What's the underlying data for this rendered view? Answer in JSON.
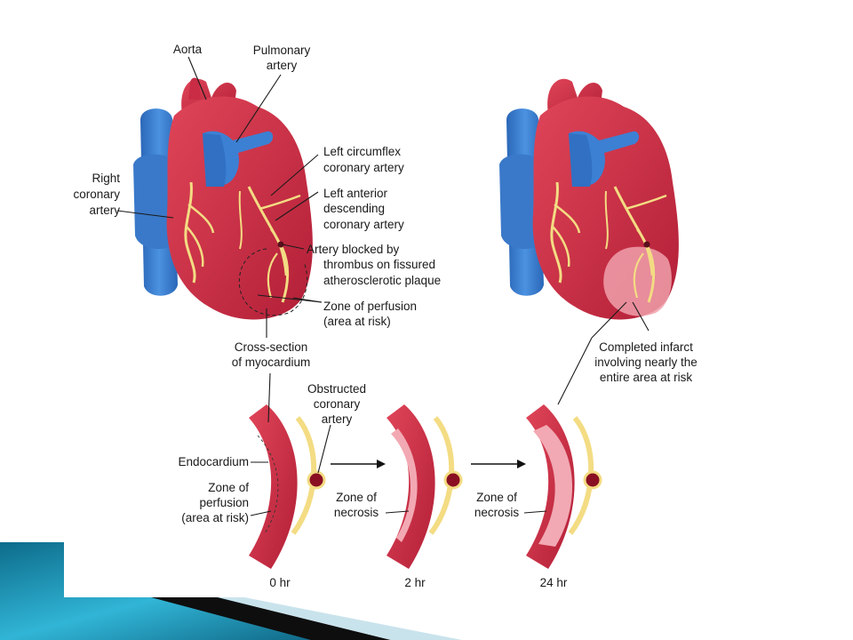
{
  "labels": {
    "aorta": "Aorta",
    "pulmonary_artery_1": "Pulmonary",
    "pulmonary_artery_2": "artery",
    "right_coronary_1": "Right",
    "right_coronary_2": "coronary",
    "right_coronary_3": "artery",
    "left_circumflex_1": "Left circumflex",
    "left_circumflex_2": "coronary artery",
    "lad_1": "Left anterior",
    "lad_2": "descending",
    "lad_3": "coronary artery",
    "blocked_1": "Artery blocked by",
    "blocked_2": "thrombus on fissured",
    "blocked_3": "atherosclerotic plaque",
    "perfusion_1": "Zone of perfusion",
    "perfusion_2": "(area at risk)",
    "cross_1": "Cross-section",
    "cross_2": "of myocardium",
    "obstructed_1": "Obstructed",
    "obstructed_2": "coronary",
    "obstructed_3": "artery",
    "infarct_1": "Completed infarct",
    "infarct_2": "involving nearly the",
    "infarct_3": "entire area at risk",
    "endocardium": "Endocardium",
    "zone_perf_1": "Zone of",
    "zone_perf_2": "perfusion",
    "zone_perf_3": "(area at risk)",
    "necrosis_a_1": "Zone of",
    "necrosis_a_2": "necrosis",
    "necrosis_b_1": "Zone of",
    "necrosis_b_2": "necrosis",
    "time_0": "0 hr",
    "time_2": "2 hr",
    "time_24": "24 hr"
  },
  "colors": {
    "heart_red": "#d8344a",
    "heart_dark": "#b01e36",
    "vessel_blue": "#3b7fd0",
    "artery_yellow": "#f3dc83",
    "necrosis_pink": "#f2a9b3",
    "slide_teal": "#1593b4"
  }
}
